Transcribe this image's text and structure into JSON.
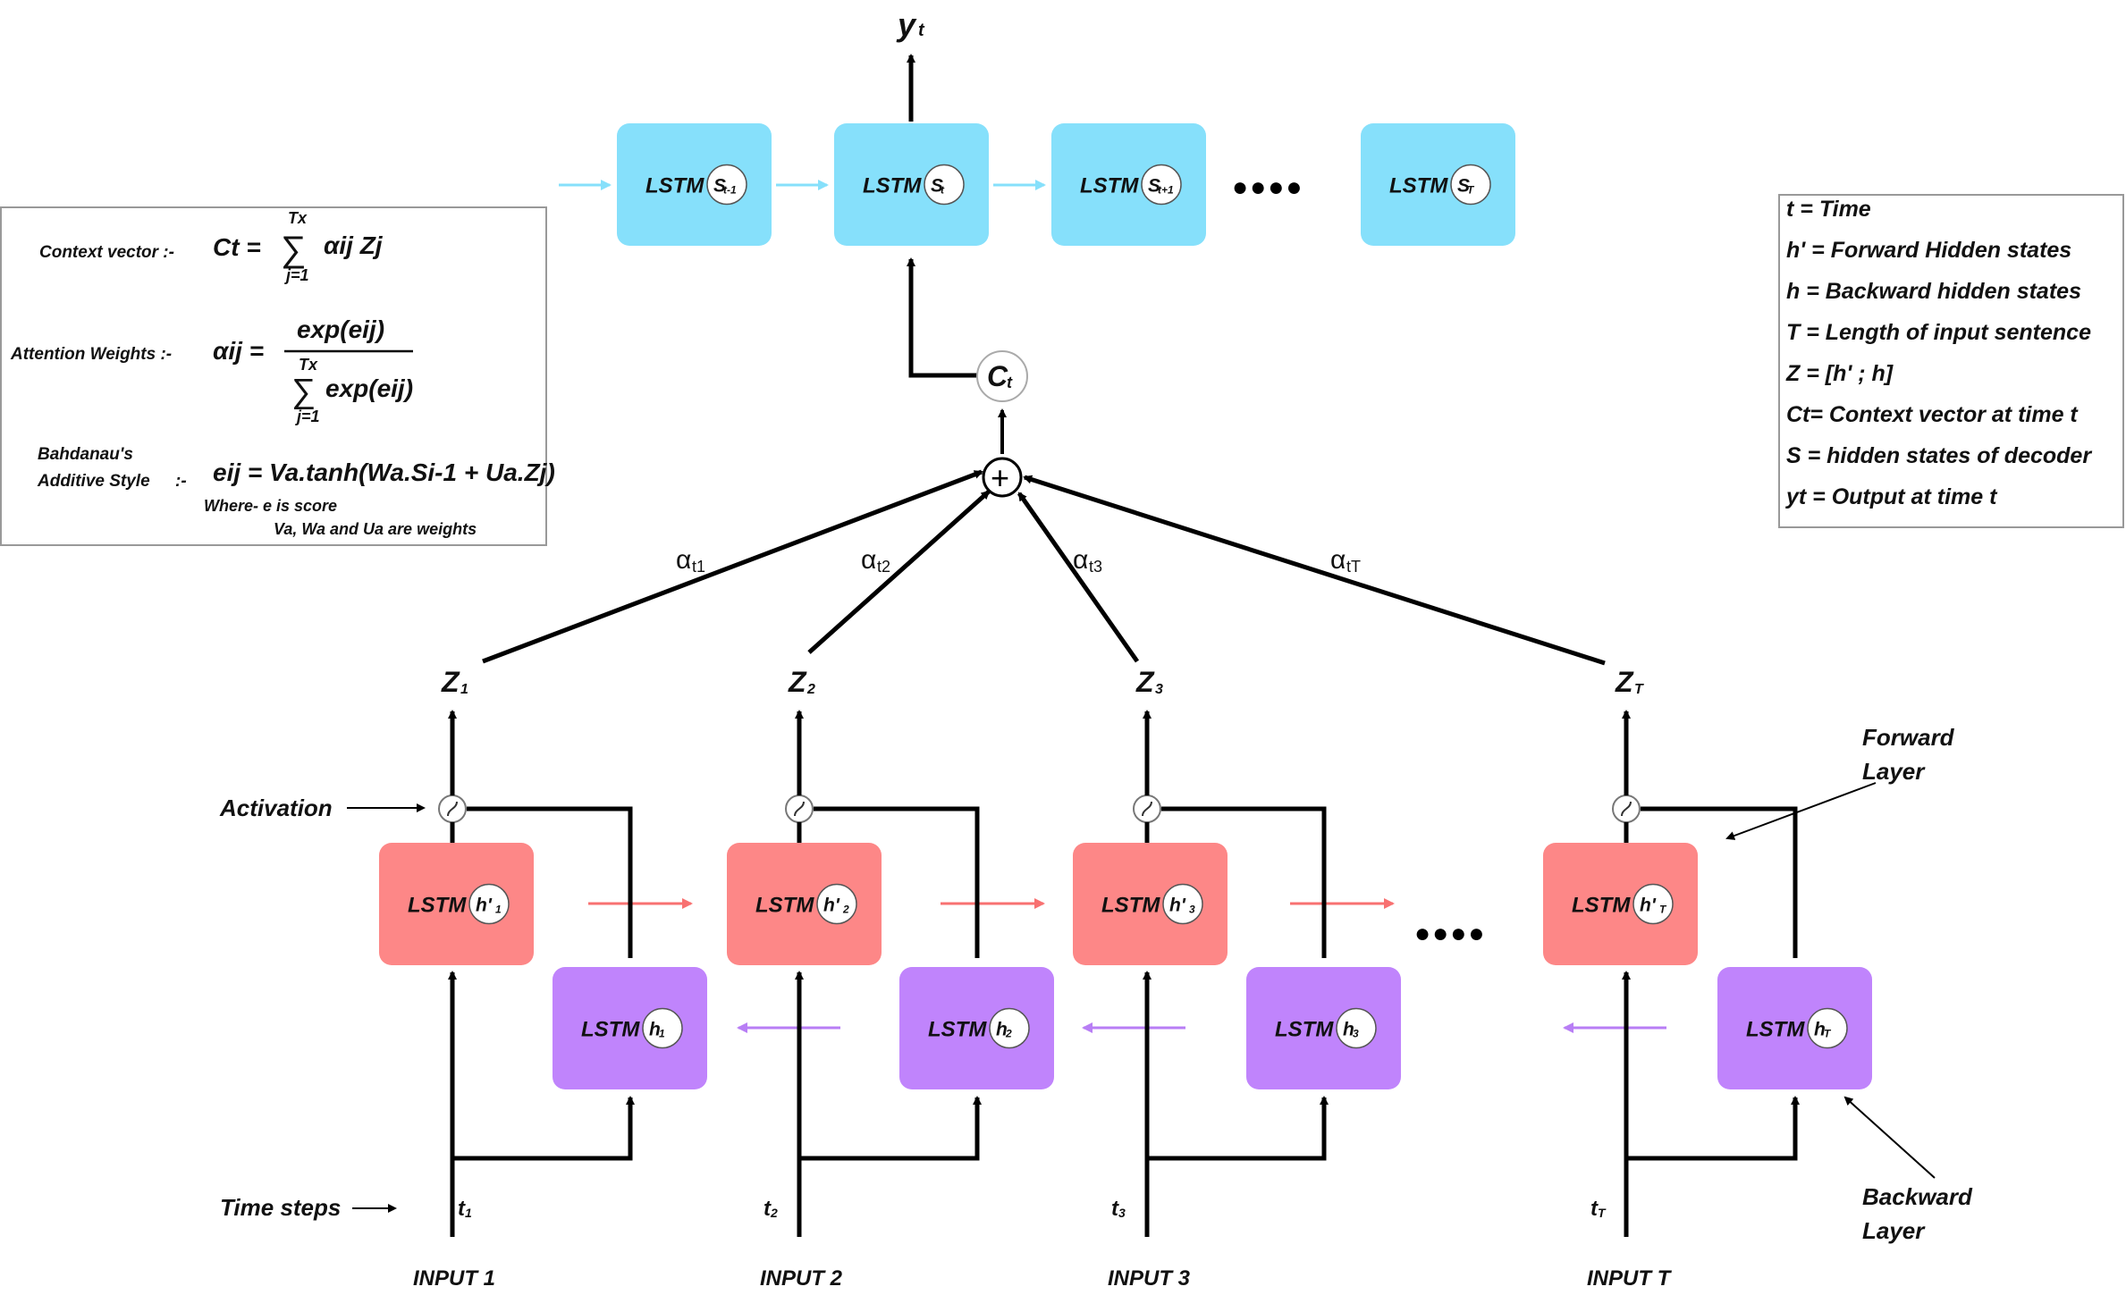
{
  "colors": {
    "decoder": "#86e0fb",
    "forward": "#fd8787",
    "backward": "#c084fc",
    "decoder_arrow": "#86e0fb",
    "forward_arrow": "#f87171",
    "backward_arrow": "#b87ef5",
    "line": "#000000"
  },
  "output": {
    "label": "y",
    "sub": "t"
  },
  "decoder": {
    "cells": [
      {
        "text": "LSTM",
        "state": "S",
        "sub": "t-1"
      },
      {
        "text": "LSTM",
        "state": "S",
        "sub": "t"
      },
      {
        "text": "LSTM",
        "state": "S",
        "sub": "t+1"
      },
      {
        "text": "LSTM",
        "state": "S",
        "sub": "T"
      }
    ],
    "ellipsis": "●●●●"
  },
  "context_node": {
    "label": "C",
    "sub": "t"
  },
  "sum_symbol": "+",
  "alphas": [
    {
      "a": "α",
      "sub": "t1"
    },
    {
      "a": "α",
      "sub": "t2"
    },
    {
      "a": "α",
      "sub": "t3"
    },
    {
      "a": "α",
      "sub": "tT"
    }
  ],
  "z_labels": [
    {
      "z": "Z",
      "sub": "1"
    },
    {
      "z": "Z",
      "sub": "2"
    },
    {
      "z": "Z",
      "sub": "3"
    },
    {
      "z": "Z",
      "sub": "T"
    }
  ],
  "forward_cells": [
    {
      "text": "LSTM",
      "state": "h'",
      "sub": "1"
    },
    {
      "text": "LSTM",
      "state": "h'",
      "sub": "2"
    },
    {
      "text": "LSTM",
      "state": "h'",
      "sub": "3"
    },
    {
      "text": "LSTM",
      "state": "h'",
      "sub": "T"
    }
  ],
  "backward_cells": [
    {
      "text": "LSTM",
      "state": "h",
      "sub": "1"
    },
    {
      "text": "LSTM",
      "state": "h",
      "sub": "2"
    },
    {
      "text": "LSTM",
      "state": "h",
      "sub": "3"
    },
    {
      "text": "LSTM",
      "state": "h",
      "sub": "T"
    }
  ],
  "encoder_ellipsis": "●●●●",
  "time_steps": [
    {
      "t": "t",
      "sub": "1"
    },
    {
      "t": "t",
      "sub": "2"
    },
    {
      "t": "t",
      "sub": "3"
    },
    {
      "t": "t",
      "sub": "T"
    }
  ],
  "inputs": [
    "INPUT 1",
    "INPUT 2",
    "INPUT 3",
    "INPUT T"
  ],
  "annotations": {
    "activation": "Activation",
    "time_steps": "Time steps",
    "forward_layer": [
      "Forward",
      "Layer"
    ],
    "backward_layer": [
      "Backward",
      "Layer"
    ]
  },
  "formulas": {
    "context_label": "Context vector :-",
    "context_lhs": "Ct =",
    "context_top": "Tx",
    "context_sigma": "∑",
    "context_bottom": "j=1",
    "context_rhs": "αij Zj",
    "attention_label": "Attention Weights :-",
    "attention_lhs": "αij =",
    "attention_num": "exp(eij)",
    "attention_top": "Tx",
    "attention_sigma": "∑",
    "attention_den": "exp(eij)",
    "attention_bottom": "j=1",
    "bahdanau_label_1": "Bahdanau's",
    "bahdanau_label_2": "Additive Style",
    "bahdanau_sep": ":-",
    "bahdanau_formula": "eij = Va.tanh(Wa.Si-1 + Ua.Zj)",
    "where_1": "Where- e is score",
    "where_2": "Va, Wa and Ua are weights"
  },
  "legend": [
    "t = Time",
    "h' = Forward Hidden states",
    "h = Backward hidden states",
    "T = Length of input sentence",
    "Z = [h' ; h]",
    "Ct= Context vector at time t",
    "S = hidden states of decoder",
    "yt = Output at time t"
  ]
}
